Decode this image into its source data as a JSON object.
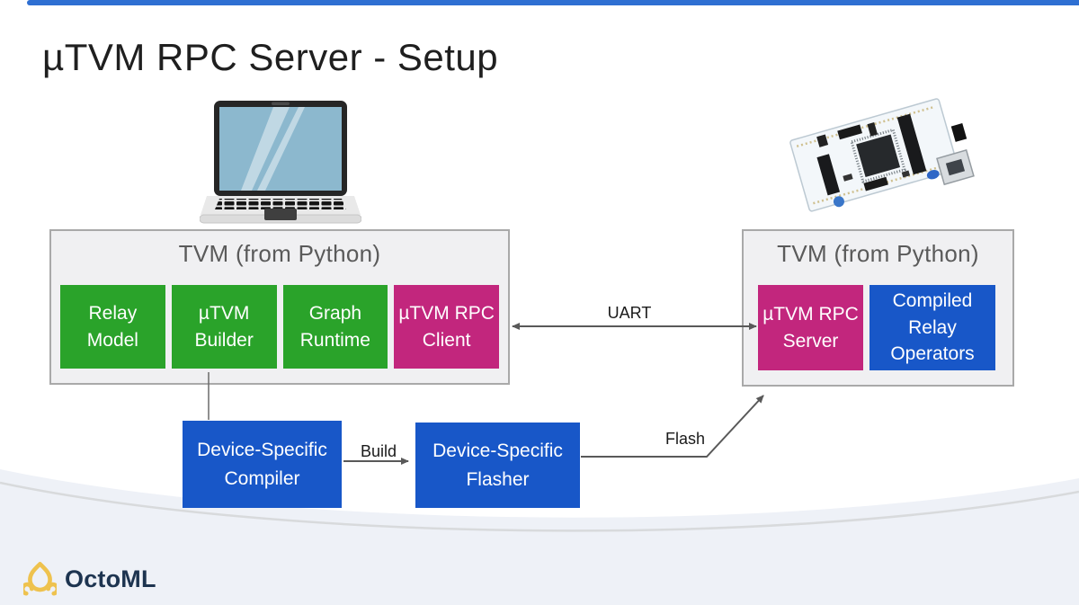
{
  "slide": {
    "title": "µTVM RPC Server - Setup",
    "accent_color": "#2e6fd2"
  },
  "diagram": {
    "host_stack": {
      "title": "TVM (from Python)",
      "modules": [
        {
          "label": "Relay Model",
          "color": "#2aa32a"
        },
        {
          "label": "µTVM Builder",
          "color": "#2aa32a"
        },
        {
          "label": "Graph Runtime",
          "color": "#2aa32a"
        },
        {
          "label": "µTVM RPC Client",
          "color": "#c2267d"
        }
      ]
    },
    "device_stack": {
      "title": "TVM (from Python)",
      "modules": [
        {
          "label": "µTVM RPC Server",
          "color": "#c2267d"
        },
        {
          "label": "Compiled Relay Operators",
          "color": "#1857c8"
        }
      ]
    },
    "build_tools": [
      {
        "label": "Device-Specific Compiler",
        "color": "#1857c8"
      },
      {
        "label": "Device-Specific Flasher",
        "color": "#1857c8"
      }
    ],
    "connections": {
      "uart_label": "UART",
      "build_label": "Build",
      "flash_label": "Flash"
    }
  },
  "footer": {
    "logo_text": "OctoML",
    "logo_color": "#eec24e",
    "text_color": "#1d3450"
  }
}
